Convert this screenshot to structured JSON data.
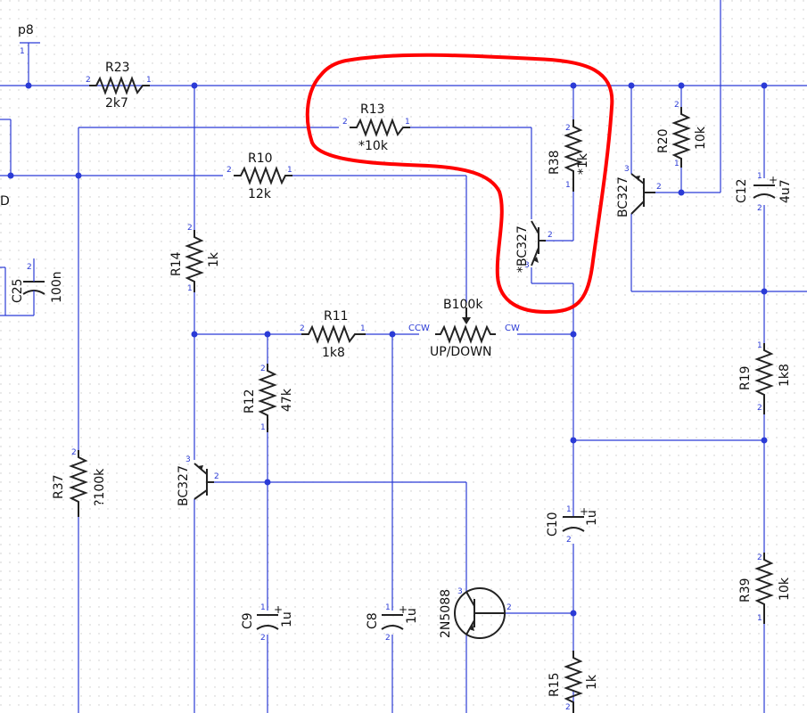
{
  "page": {
    "sheet": "p8"
  },
  "components": {
    "R23": {
      "ref": "R23",
      "value": "2k7"
    },
    "R13": {
      "ref": "R13",
      "value": "*10k"
    },
    "R10": {
      "ref": "R10",
      "value": "12k"
    },
    "R38": {
      "ref": "R38",
      "value": "*1k"
    },
    "R20": {
      "ref": "R20",
      "value": "10k"
    },
    "C12": {
      "ref": "C12",
      "value": "4u7"
    },
    "C25": {
      "ref": "C25",
      "value": "100n"
    },
    "R14": {
      "ref": "R14",
      "value": "1k"
    },
    "R11": {
      "ref": "R11",
      "value": "1k8"
    },
    "POT": {
      "value": "B100k",
      "label": "UP/DOWN",
      "ccw": "CCW",
      "cw": "CW"
    },
    "R12": {
      "ref": "R12",
      "value": "47k"
    },
    "R19": {
      "ref": "R19",
      "value": "1k8"
    },
    "R37": {
      "ref": "R37",
      "value": "?100k"
    },
    "Q_BC327_LEFT": {
      "part": "BC327"
    },
    "Q_BC327_MID": {
      "part": "*BC327"
    },
    "Q_BC327_RIGHT": {
      "part": "BC327"
    },
    "C10": {
      "ref": "C10",
      "value": "1u"
    },
    "C9": {
      "ref": "C9",
      "value": "1u"
    },
    "C8": {
      "ref": "C8",
      "value": "1u"
    },
    "Q_2N5088": {
      "part": "2N5088"
    },
    "R39": {
      "ref": "R39",
      "value": "10k"
    },
    "R15": {
      "ref": "R15",
      "value": "1k"
    }
  },
  "misc": {
    "partial_letter": "D"
  },
  "colors": {
    "wire": "#2b3bd6",
    "part": "#222222",
    "annotation": "#ff0000",
    "grid": "#d0d0d0"
  }
}
